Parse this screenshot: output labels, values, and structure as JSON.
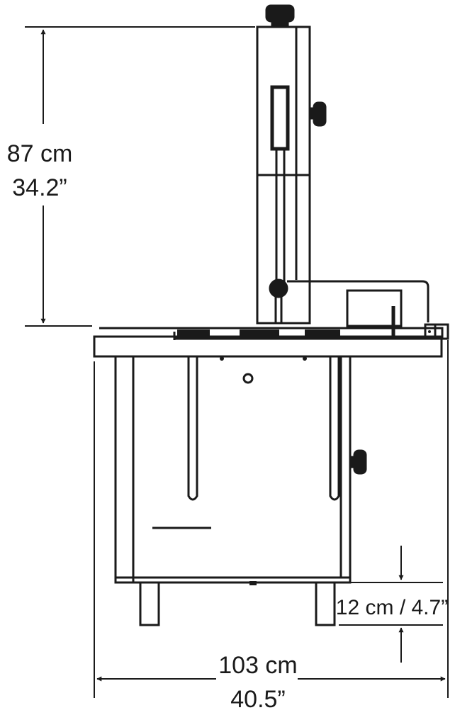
{
  "dimensions": {
    "height": {
      "metric": "87 cm",
      "imperial": "34.2”"
    },
    "width": {
      "metric": "103 cm",
      "imperial": "40.5”"
    },
    "clearance": {
      "label": "12 cm / 4.7”"
    }
  },
  "colors": {
    "line": "#1a1a1a",
    "background": "#ffffff"
  }
}
